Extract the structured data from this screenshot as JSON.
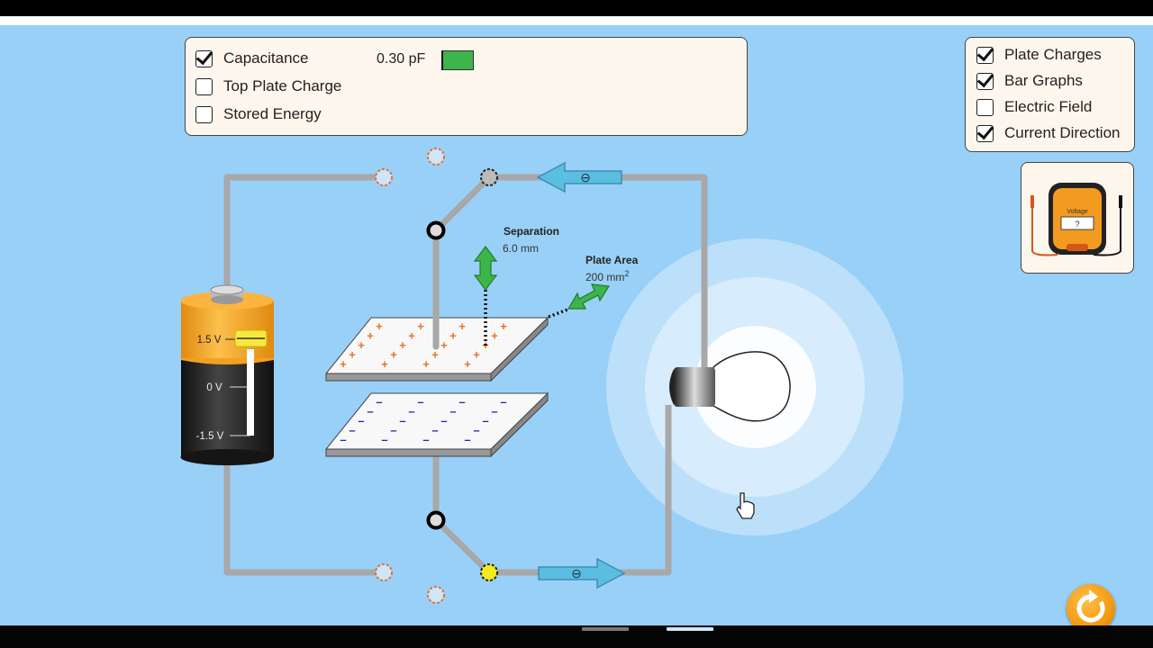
{
  "left_panel": {
    "capacitance": {
      "label": "Capacitance",
      "checked": true,
      "value": "0.30 pF",
      "bar_color": "#3cb54a"
    },
    "top_plate_charge": {
      "label": "Top Plate Charge",
      "checked": false
    },
    "stored_energy": {
      "label": "Stored Energy",
      "checked": false
    }
  },
  "right_panel": {
    "plate_charges": {
      "label": "Plate Charges",
      "checked": true
    },
    "bar_graphs": {
      "label": "Bar Graphs",
      "checked": true
    },
    "electric_field": {
      "label": "Electric Field",
      "checked": false
    },
    "current_direction": {
      "label": "Current Direction",
      "checked": true
    }
  },
  "voltmeter": {
    "label": "Voltage",
    "reading": "?"
  },
  "battery": {
    "max_label": "1.5 V",
    "zero_label": "0 V",
    "min_label": "-1.5 V",
    "voltage": 1.5
  },
  "capacitor": {
    "separation_label": "Separation",
    "separation_value": "6.0 mm",
    "area_label": "Plate Area",
    "area_value": "200 mm",
    "area_unit_sup": "2"
  },
  "current_arrow_symbol": "⊖",
  "colors": {
    "background": "#99d0f7",
    "wire": "#a8a8a8",
    "arrow": "#5bbde0",
    "handle": "#3cb54a",
    "battery_orange": "#f7a823",
    "reset": "#f39a10"
  }
}
